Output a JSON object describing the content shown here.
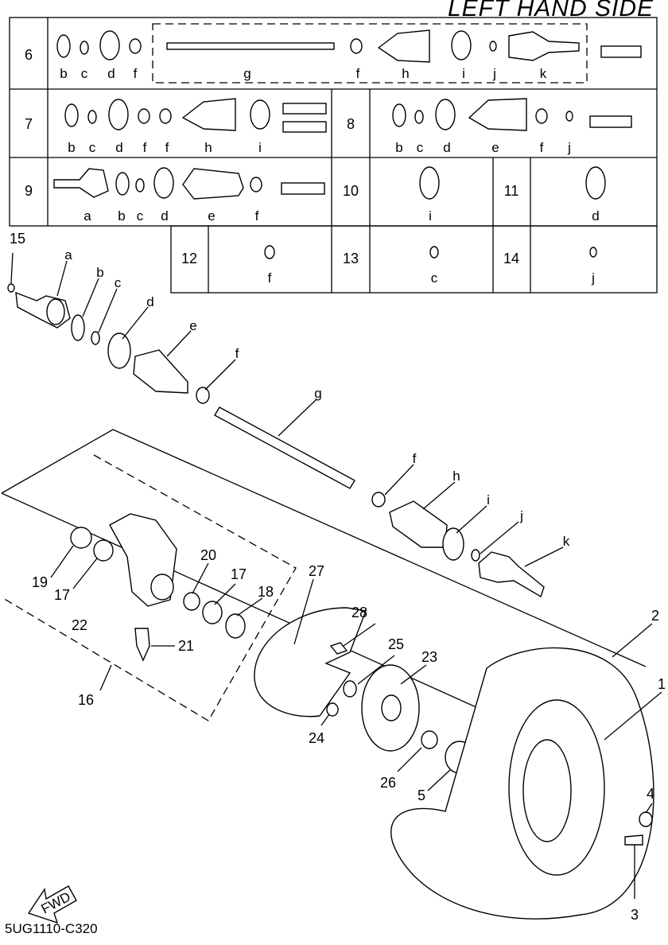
{
  "header": {
    "title": "LEFT HAND SIDE"
  },
  "footer": {
    "code": "5UG1110-C320",
    "fwd_label": "FWD"
  },
  "kit_table": {
    "rows": [
      {
        "id": "6",
        "letters": [
          "b",
          "c",
          "d",
          "f",
          "g",
          "f",
          "h",
          "i",
          "j",
          "k"
        ]
      },
      {
        "id": "7",
        "letters": [
          "b",
          "c",
          "d",
          "f",
          "f",
          "h",
          "i"
        ]
      },
      {
        "id": "8",
        "letters": [
          "b",
          "c",
          "d",
          "e",
          "f",
          "j"
        ]
      },
      {
        "id": "9",
        "letters": [
          "a",
          "b",
          "c",
          "d",
          "e",
          "f"
        ]
      },
      {
        "id": "10",
        "letters": [
          "i"
        ]
      },
      {
        "id": "11",
        "letters": [
          "d"
        ]
      },
      {
        "id": "12",
        "letters": [
          "f"
        ]
      },
      {
        "id": "13",
        "letters": [
          "c"
        ]
      },
      {
        "id": "14",
        "letters": [
          "j"
        ]
      }
    ]
  },
  "callouts": {
    "letters": [
      "a",
      "b",
      "c",
      "d",
      "e",
      "f",
      "g",
      "f",
      "h",
      "i",
      "j",
      "k"
    ],
    "numbers": [
      "15",
      "19",
      "17",
      "22",
      "16",
      "20",
      "17",
      "18",
      "21",
      "27",
      "28",
      "25",
      "23",
      "24",
      "26",
      "5",
      "2",
      "1",
      "4",
      "3"
    ]
  }
}
